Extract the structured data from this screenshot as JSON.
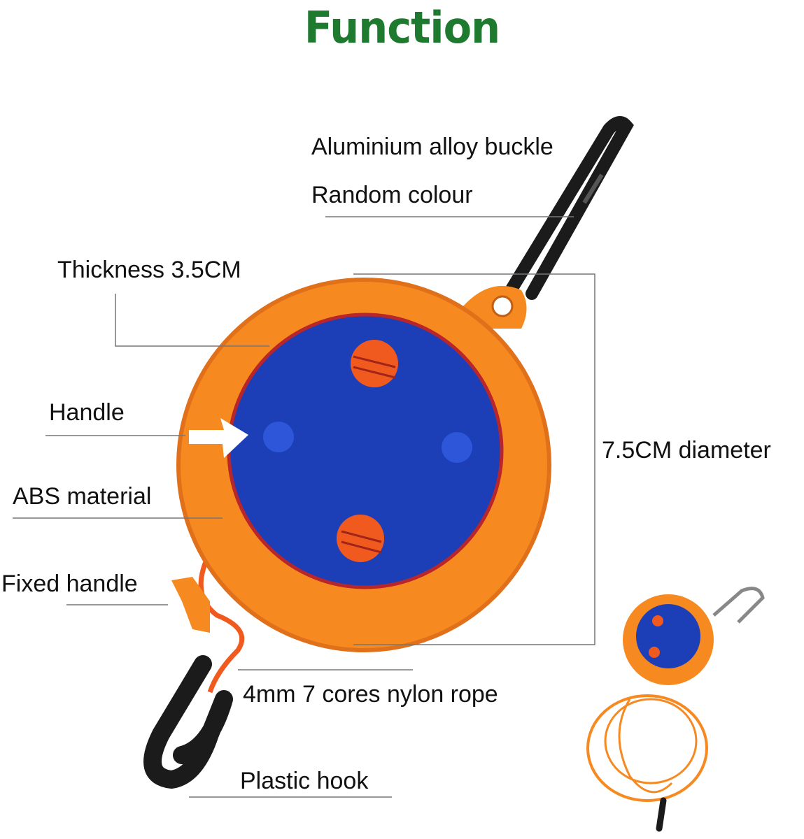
{
  "title": "Function",
  "colors": {
    "title": "#1e7a2e",
    "shell": "#f6891f",
    "shell_dark": "#e0701a",
    "disc": "#1c3fb8",
    "rope": "#f05a1e",
    "hook": "#1b1b1b"
  },
  "labels": {
    "buckle": "Aluminium alloy buckle",
    "colour": "Random colour",
    "thickness": "Thickness 3.5CM",
    "handle": "Handle",
    "abs": "ABS material",
    "fixed_handle": "Fixed handle",
    "diameter": "7.5CM diameter",
    "rope": "4mm 7 cores nylon rope",
    "hook": "Plastic hook"
  }
}
